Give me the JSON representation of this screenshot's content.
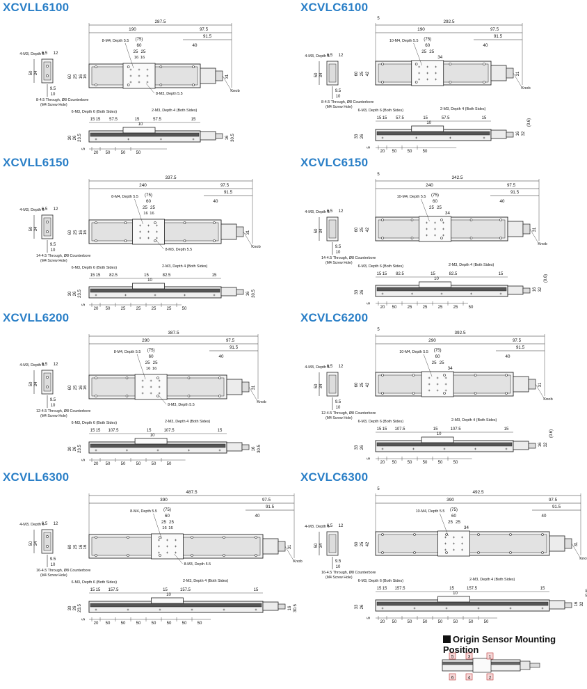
{
  "models": [
    {
      "name": "XCVLL6100",
      "type": "L",
      "overall": "287.5",
      "stroke": "190",
      "holes_top": "8-M4, Depth 5.5",
      "holes_bottom": "8-M3, Depth 5.5",
      "through": "8-4.5 Through, Ø8 Counterbore",
      "spacings": [
        "20",
        "50",
        "50",
        "50"
      ],
      "mid_pitch": "57.5",
      "side_a": "15",
      "side_b": "15"
    },
    {
      "name": "XCVLC6100",
      "type": "C",
      "overall": "292.5",
      "stroke": "190",
      "holes_top": "10-M4, Depth 5.5",
      "holes_bottom": "",
      "through": "8-4.5 Through, Ø8 Counterbore",
      "spacings": [
        "20",
        "50",
        "50",
        "50"
      ],
      "mid_pitch": "57.5",
      "side_a": "15",
      "side_b": "15"
    },
    {
      "name": "XCVLL6150",
      "type": "L",
      "overall": "337.5",
      "stroke": "240",
      "holes_top": "8-M4, Depth 5.5",
      "holes_bottom": "8-M3, Depth 5.5",
      "through": "14-4.5 Through, Ø8 Counterbore",
      "spacings": [
        "20",
        "50",
        "25",
        "25",
        "25",
        "25",
        "50"
      ],
      "mid_pitch": "82.5",
      "side_a": "15",
      "side_b": "15"
    },
    {
      "name": "XCVLC6150",
      "type": "C",
      "overall": "342.5",
      "stroke": "240",
      "holes_top": "10-M4, Depth 5.5",
      "holes_bottom": "",
      "through": "14-4.5 Through, Ø8 Counterbore",
      "spacings": [
        "20",
        "50",
        "25",
        "25",
        "25",
        "25",
        "50"
      ],
      "mid_pitch": "82.5",
      "side_a": "15",
      "side_b": "15"
    },
    {
      "name": "XCVLL6200",
      "type": "L",
      "overall": "387.5",
      "stroke": "290",
      "holes_top": "8-M4, Depth 5.5",
      "holes_bottom": "8-M3, Depth 5.5",
      "through": "12-4.5 Through, Ø8 Counterbore",
      "spacings": [
        "20",
        "50",
        "50",
        "50",
        "50",
        "50"
      ],
      "mid_pitch": "107.5",
      "side_a": "15",
      "side_b": "15"
    },
    {
      "name": "XCVLC6200",
      "type": "C",
      "overall": "392.5",
      "stroke": "290",
      "holes_top": "10-M4, Depth 5.5",
      "holes_bottom": "",
      "through": "12-4.5 Through, Ø8 Counterbore",
      "spacings": [
        "20",
        "50",
        "50",
        "50",
        "50",
        "50"
      ],
      "mid_pitch": "107.5",
      "side_a": "15",
      "side_b": "15"
    },
    {
      "name": "XCVLL6300",
      "type": "L",
      "overall": "487.5",
      "stroke": "390",
      "holes_top": "8-M4, Depth 5.5",
      "holes_bottom": "8-M3, Depth 5.5",
      "through": "16-4.5 Through, Ø8 Counterbore",
      "spacings": [
        "20",
        "50",
        "50",
        "50",
        "50",
        "50",
        "50",
        "50"
      ],
      "mid_pitch": "157.5",
      "side_a": "15",
      "side_b": "15"
    },
    {
      "name": "XCVLC6300",
      "type": "C",
      "overall": "492.5",
      "stroke": "390",
      "holes_top": "10-M4, Depth 5.5",
      "holes_bottom": "",
      "through": "16-4.5 Through, Ø8 Counterbore",
      "spacings": [
        "20",
        "50",
        "50",
        "50",
        "50",
        "50",
        "50",
        "50"
      ],
      "mid_pitch": "157.5",
      "side_a": "15",
      "side_b": "15"
    }
  ],
  "common": {
    "dim_75": "(75)",
    "dim_60": "60",
    "dim_25a": "25",
    "dim_25b": "25",
    "dim_16a": "16",
    "dim_16b": "16",
    "dim_34": "34",
    "dim_40": "40",
    "dim_975": "97.5",
    "dim_915": "91.5",
    "dim_31": "31",
    "knob": "Knob",
    "end_m3": "4-M3, Depth 6",
    "end_65": "6.5",
    "end_12": "12",
    "end_50": "50",
    "end_34": "34",
    "end_95": "9.5",
    "end_10": "10",
    "screw_hole": "(M4 Screw Hole)",
    "dim_5": "5",
    "dim_60h": "60",
    "dim_25h": "25",
    "dim_42": "42",
    "side_m3_6": "6-M3, Depth 6 (Both Sides)",
    "side_m3_4": "2-M3, Depth 4 (Both Sides)",
    "side_10": "10",
    "side_15": "15",
    "h_30": "30",
    "h_26": "26",
    "h_235": "23.5",
    "h_5": "5",
    "h_16": "16",
    "h_305": "30.5",
    "h_33": "33",
    "h_32": "32",
    "h_06": "(0.6)"
  },
  "legend": {
    "title": "Origin Sensor Mounting Position",
    "numbers": [
      "5",
      "3",
      "1",
      "6",
      "4",
      "2"
    ]
  }
}
